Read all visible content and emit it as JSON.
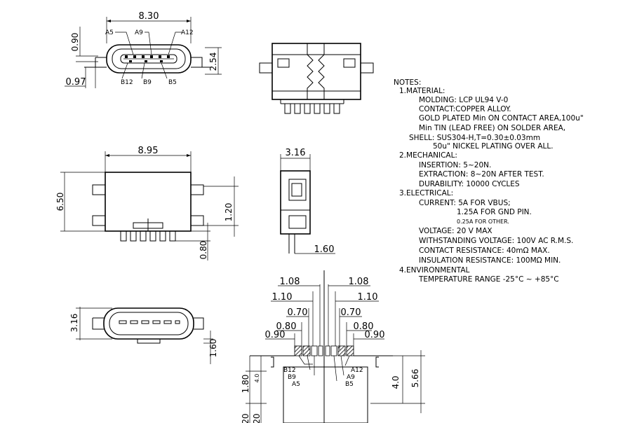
{
  "views": {
    "front": {
      "dims": {
        "width": "8.30",
        "height": "0.90",
        "depth": "2.54",
        "offset": "0.97"
      },
      "pins": {
        "a5": "A5",
        "a9": "A9",
        "a12": "A12",
        "b12": "B12",
        "b9": "B9",
        "b5": "B5"
      }
    },
    "top": {
      "dims": {
        "width": "8.95",
        "length": "6.50",
        "pitch_y": "1.20",
        "tail": "0.80"
      }
    },
    "side": {
      "dims": {
        "width": "3.16",
        "tail": "1.60"
      }
    },
    "bottom": {
      "dims": {
        "height": "3.16",
        "tail": "1.60"
      }
    },
    "footprint": {
      "dims": {
        "l108": "1.08",
        "r108": "1.08",
        "l110": "1.10",
        "r110": "1.10",
        "l070": "0.70",
        "r070": "0.70",
        "l080": "0.80",
        "r080": "0.80",
        "l090": "0.90",
        "r090": "0.90",
        "h40": "4.0",
        "h566": "5.66",
        "v180": "1.80",
        "v40": "4.0",
        "v20a": "20",
        "v20b": "20"
      },
      "pins": {
        "b12": "B12",
        "b9": "B9",
        "a5": "A5",
        "a12": "A12",
        "a9": "A9",
        "b5": "B5"
      }
    }
  },
  "notes": {
    "heading": "NOTES:",
    "lines": [
      "1.MATERIAL:",
      "MOLDING: LCP UL94 V-0",
      "CONTACT:COPPER  ALLOY.",
      "GOLD PLATED Min ON CONTACT AREA,100u\"",
      "Min TIN (LEAD FREE) ON SOLDER AREA,",
      "SHELL:  SUS304-H,T=0.30±0.03mm",
      "50u\" NICKEL PLATING OVER ALL.",
      "2.MECHANICAL:",
      "INSERTION: 5~20N.",
      "EXTRACTION: 8~20N AFTER TEST.",
      "DURABILITY: 10000 CYCLES",
      "3.ELECTRICAL:",
      "CURRENT: 5A FOR VBUS;",
      "1.25A FOR GND PIN.",
      "0.25A FOR OTHER.",
      "VOLTAGE: 20 V MAX",
      "WITHSTANDING VOLTAGE: 100V AC R.M.S.",
      "CONTACT RESISTANCE: 40mΩ MAX.",
      "INSULATION RESISTANCE: 100MΩ MIN.",
      "4.ENVIRONMENTAL",
      "TEMPERATURE  RANGE  -25°C  ~  +85°C"
    ]
  }
}
